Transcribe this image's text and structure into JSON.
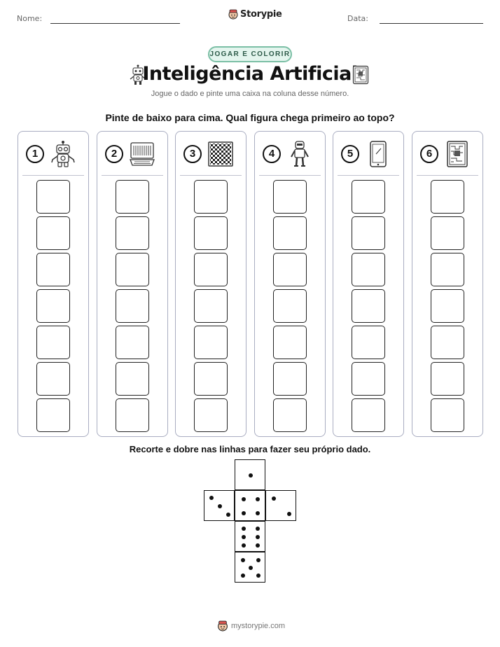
{
  "header": {
    "name_label": "Nome:",
    "date_label": "Data:",
    "brand": "Storypie"
  },
  "tag": "JOGAR E COLORIR",
  "title": "Inteligência Artificial",
  "subtitle": "Jogue o dado e pinte uma caixa na coluna desse número.",
  "instruction": "Pinte de baixo para cima. Qual figura chega primeiro ao topo?",
  "columns": [
    {
      "number": "1",
      "icon": "robot-icon"
    },
    {
      "number": "2",
      "icon": "computer-icon"
    },
    {
      "number": "3",
      "icon": "chessboard-icon"
    },
    {
      "number": "4",
      "icon": "humanoid-robot-icon"
    },
    {
      "number": "5",
      "icon": "smartphone-icon"
    },
    {
      "number": "6",
      "icon": "server-icon"
    }
  ],
  "boxes_per_column": 7,
  "dice_instruction": "Recorte e dobre nas linhas para fazer seu próprio dado.",
  "dice_faces": [
    1,
    3,
    4,
    2,
    6,
    5
  ],
  "footer": "mystorypie.com"
}
